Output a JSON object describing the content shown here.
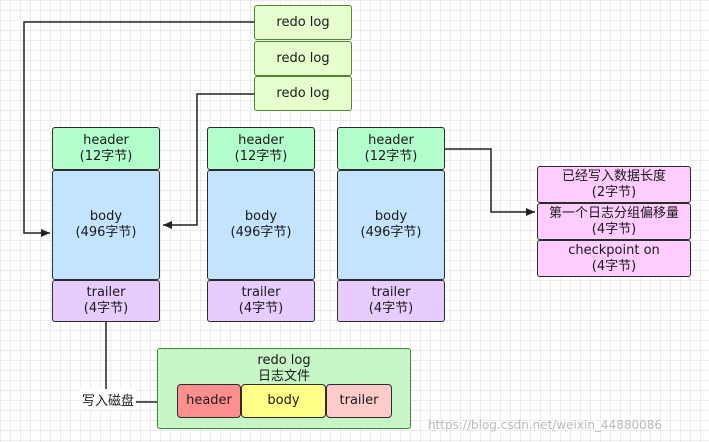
{
  "redo_logs": [
    {
      "label": "redo log"
    },
    {
      "label": "redo log"
    },
    {
      "label": "redo log"
    }
  ],
  "blocks": [
    {
      "header": "header",
      "header_size": "(12字节)",
      "body": "body",
      "body_size": "(496字节)",
      "trailer": "trailer",
      "trailer_size": "(4字节)"
    },
    {
      "header": "header",
      "header_size": "(12字节)",
      "body": "body",
      "body_size": "(496字节)",
      "trailer": "trailer",
      "trailer_size": "(4字节)"
    },
    {
      "header": "header",
      "header_size": "(12字节)",
      "body": "body",
      "body_size": "(496字节)",
      "trailer": "trailer",
      "trailer_size": "(4字节)"
    }
  ],
  "header_fields": [
    {
      "label": "已经写入数据长度",
      "size": "(2字节)"
    },
    {
      "label": "第一个日志分组偏移量",
      "size": "(4字节)"
    },
    {
      "label": "checkpoint on",
      "size": "(4字节)"
    }
  ],
  "write_label": "写入磁盘",
  "file": {
    "title": "redo log",
    "subtitle": "日志文件",
    "segments": [
      "header",
      "body",
      "trailer"
    ]
  },
  "watermark": "https://blog.csdn.net/weixin_44880086"
}
